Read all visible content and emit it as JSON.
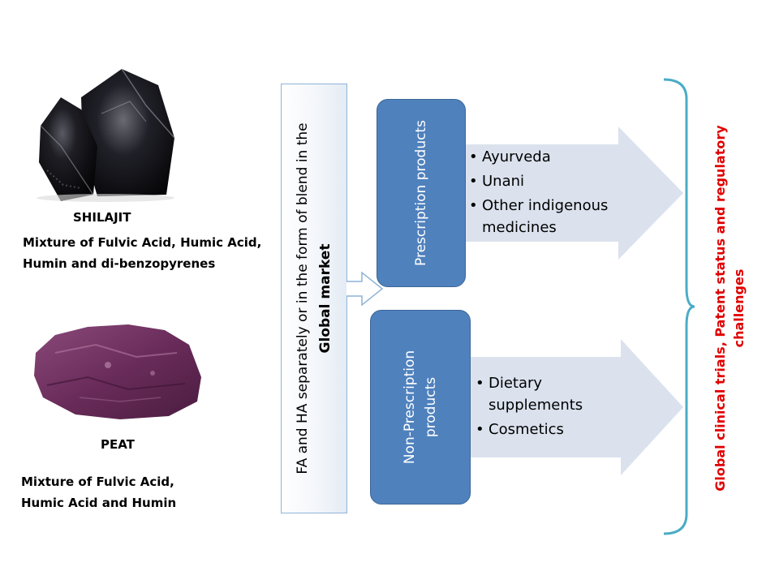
{
  "shilajit": {
    "title": "SHILAJIT",
    "desc_line1": "Mixture of Fulvic Acid, Humic Acid,",
    "desc_line2": "Humin and di-benzopyrenes"
  },
  "peat": {
    "title": "PEAT",
    "desc_line1": "Mixture of Fulvic Acid,",
    "desc_line2": "Humic Acid  and Humin"
  },
  "market": {
    "text_main": "FA and HA separately or in the form of blend in the",
    "text_bold": "Global market"
  },
  "prescription": {
    "label": "Prescription products",
    "items": [
      "Ayurveda",
      "Unani",
      "Other indigenous",
      "medicines"
    ]
  },
  "non_prescription": {
    "label_line1": "Non-Prescription",
    "label_line2": "products",
    "items": [
      "Dietary",
      "supplements",
      "Cosmetics"
    ]
  },
  "side": {
    "text_line1": "Global clinical trials, Patent status and regulatory",
    "text_line2": "challenges"
  },
  "colors": {
    "box_blue": "#4f81bd",
    "arrow_fill": "#dbe2ee",
    "bracket": "#4bacc6",
    "side_text": "#e00000"
  },
  "icons": {
    "bullet": "•",
    "shilajit_image": "shilajit-rock-image",
    "peat_image": "peat-rock-image"
  }
}
